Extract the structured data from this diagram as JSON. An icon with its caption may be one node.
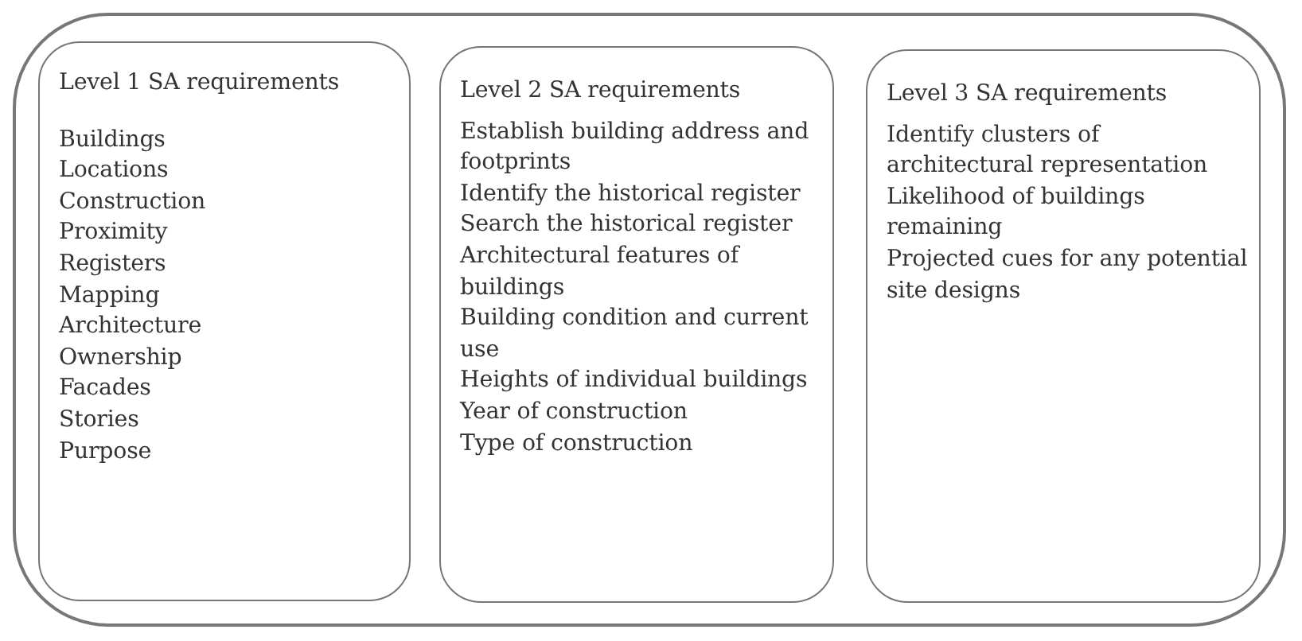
{
  "diagram": {
    "nodes": [
      {
        "text": [],
        "shape": "box"
      },
      {
        "text": [
          "Level 1 SA requirements",
          "Buildings",
          "Locations",
          "Construction",
          "Proximity",
          "Registers",
          "Mapping",
          "Architecture",
          "Ownership",
          "Facades",
          "Stories",
          "Purpose"
        ],
        "in": 0
      },
      {
        "text": [
          "Level 2 SA requirements",
          "Establish building address and footprints",
          "Identify the historical register",
          "Search the historical register",
          "Architectural features of buildings",
          "Building condition and current use",
          "Heights of individual buildings",
          "Year of construction",
          "Type of construction"
        ],
        "in": 0
      },
      {
        "text": [
          "Level 3 SA requirements",
          "Identify clusters of architectural representation",
          "Likelihood of buildings remaining",
          "Projected cues for any potential site designs"
        ],
        "in": 0
      }
    ]
  }
}
